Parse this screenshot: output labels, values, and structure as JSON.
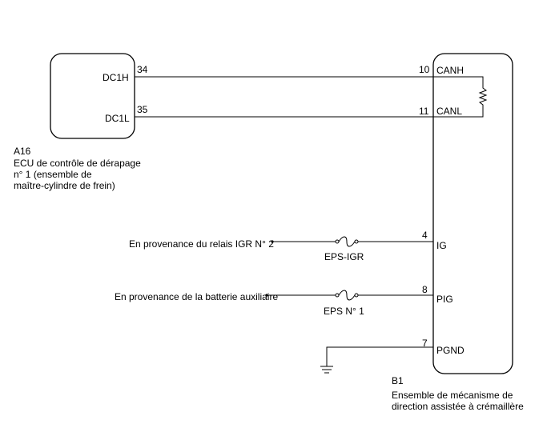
{
  "ecu_a16": {
    "code": "A16",
    "name_lines": [
      "ECU de contrôle de dérapage",
      "n° 1 (ensemble de",
      "maître-cylindre de frein)"
    ],
    "pin_dc1h_label": "DC1H",
    "pin_dc1h_num": "34",
    "pin_dc1l_label": "DC1L",
    "pin_dc1l_num": "35"
  },
  "assembly_b1": {
    "code": "B1",
    "name_lines": [
      "Ensemble de mécanisme de",
      "direction assistée à crémaillère"
    ],
    "pins": {
      "canh": {
        "num": "10",
        "label": "CANH"
      },
      "canl": {
        "num": "11",
        "label": "CANL"
      },
      "ig": {
        "num": "4",
        "label": "IG"
      },
      "pig": {
        "num": "8",
        "label": "PIG"
      },
      "pgnd": {
        "num": "7",
        "label": "PGND"
      }
    }
  },
  "sources": {
    "igr_relay": "En provenance du relais IGR N° 2",
    "aux_battery": "En provenance de la batterie auxiliaire"
  },
  "fuses": {
    "eps_igr": "EPS-IGR",
    "eps_no1": "EPS N° 1"
  }
}
